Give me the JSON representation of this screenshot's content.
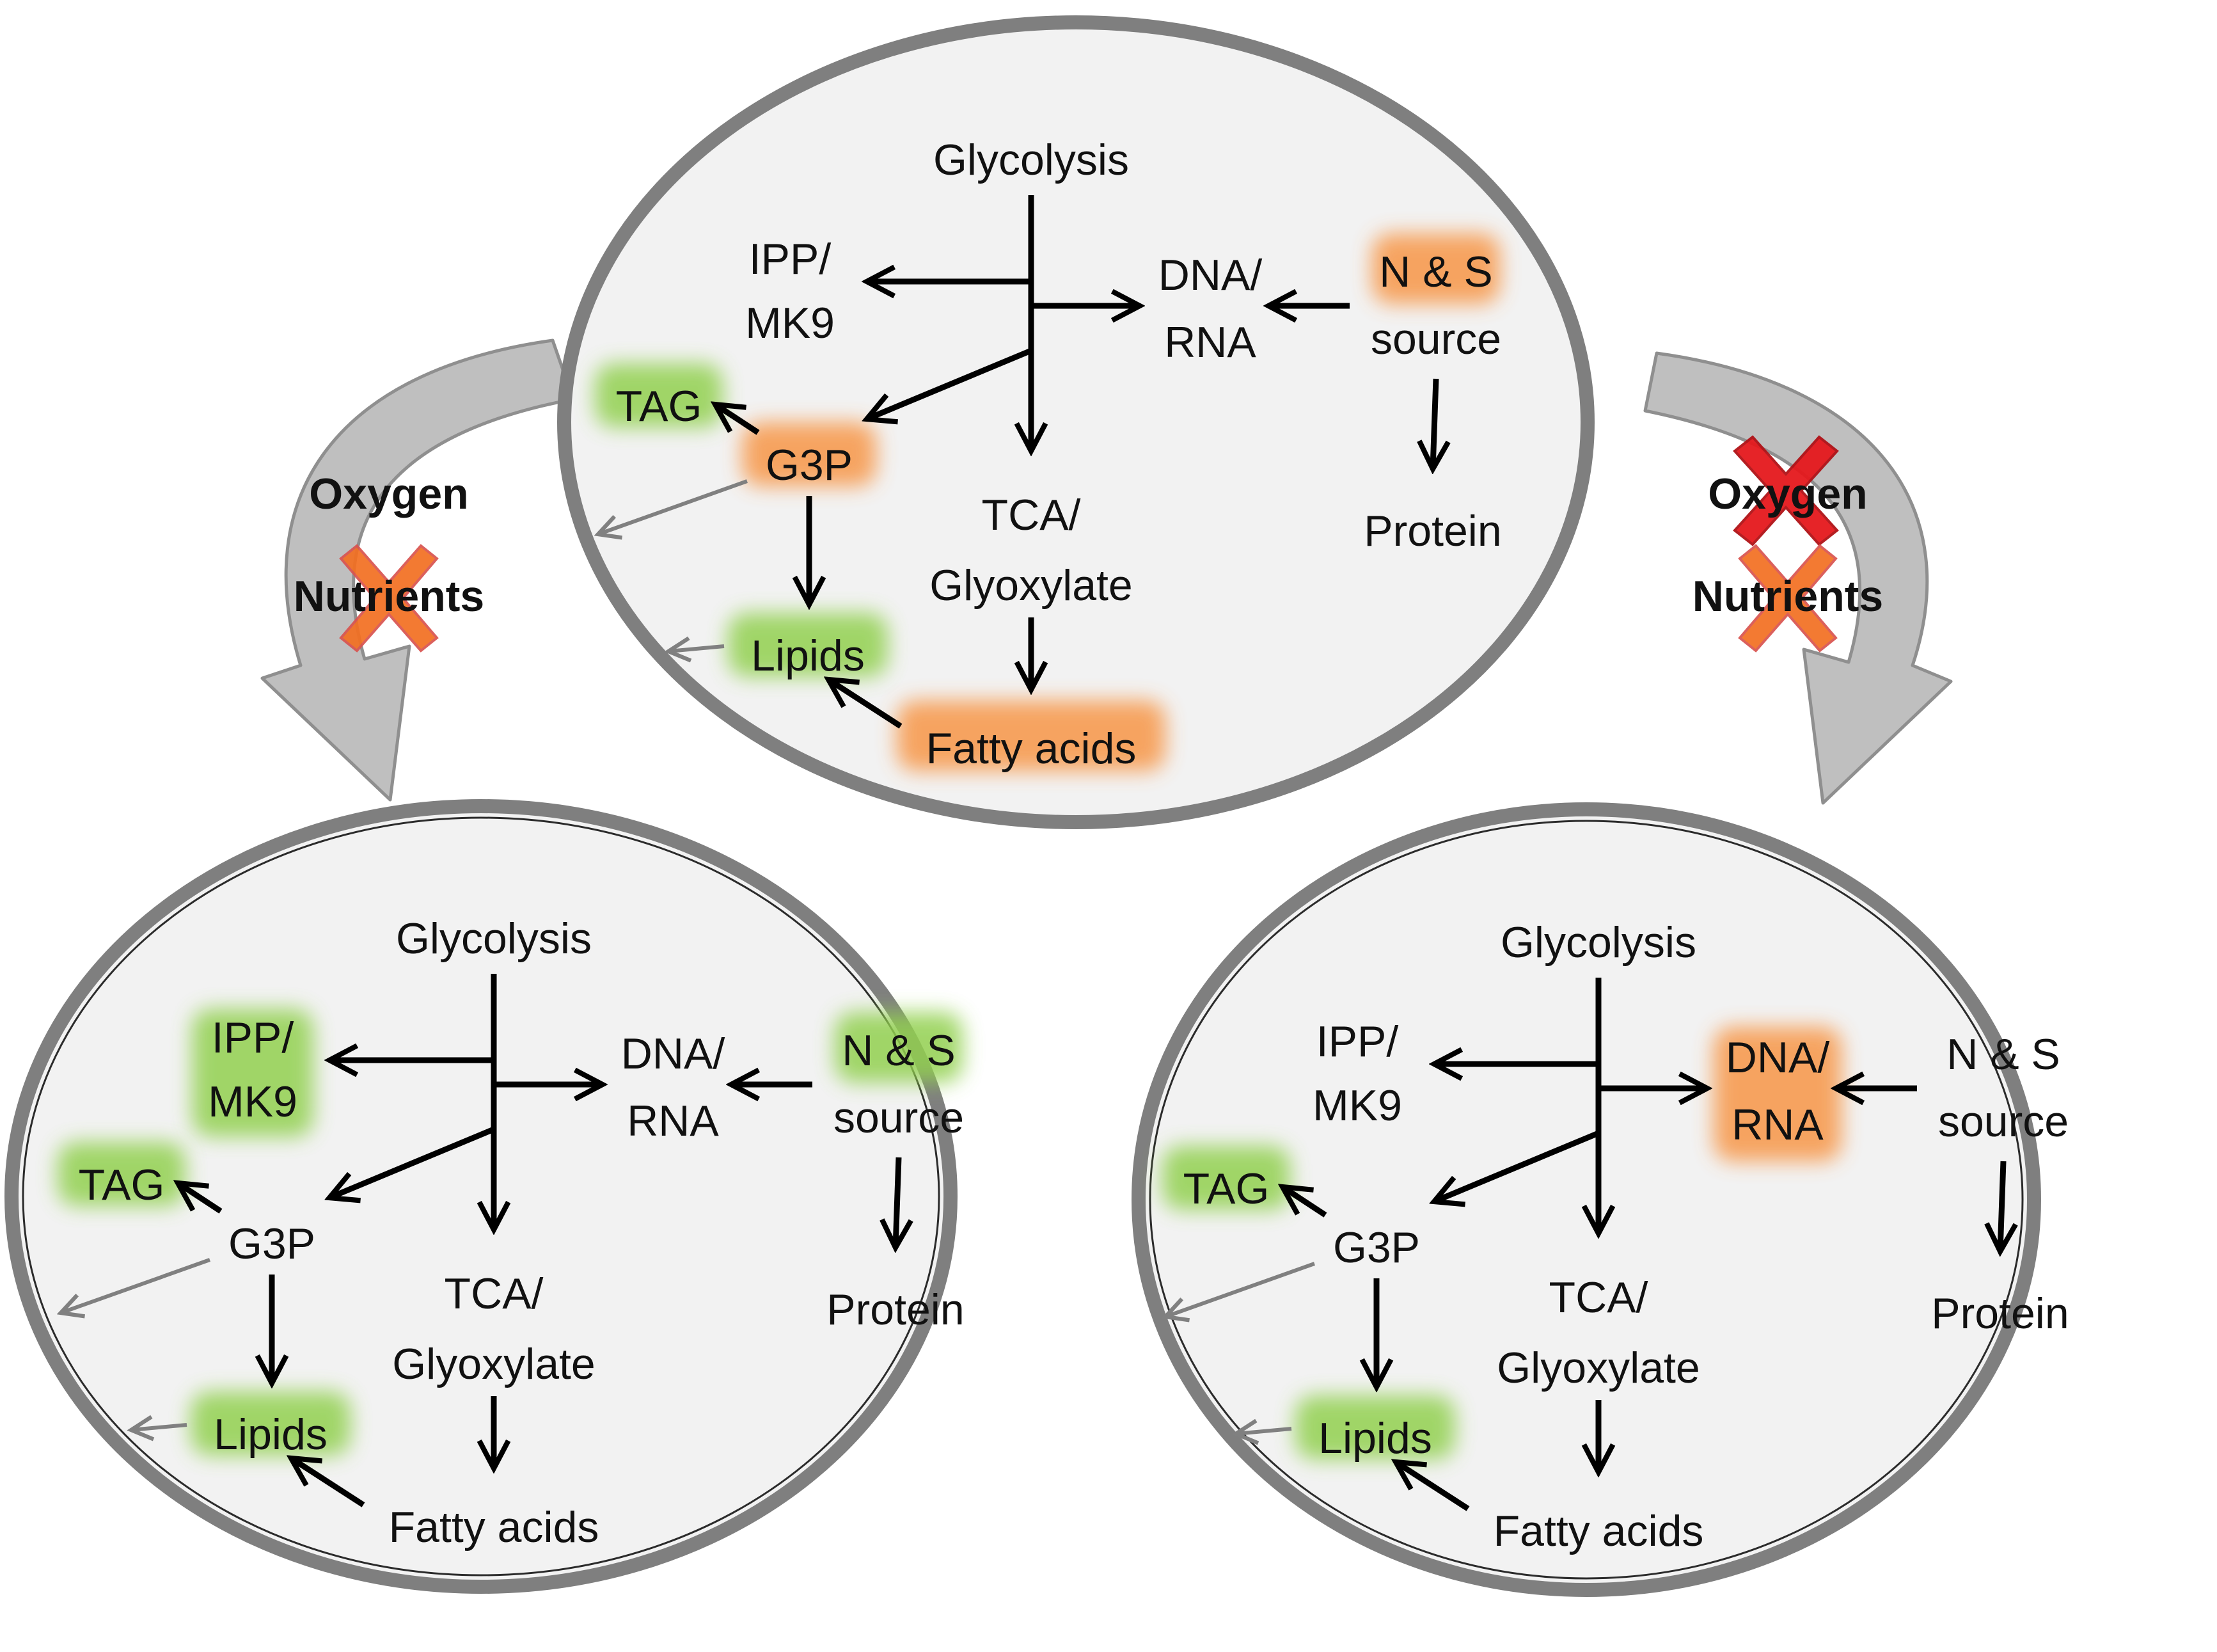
{
  "colors": {
    "cell_fill": "#f2f2f2",
    "cell_border": "#7f7f7f",
    "arrow": "#000000",
    "minor_arrow": "#808080",
    "transition_arrow": "#bfbfbf",
    "highlight_green": "#92d050",
    "highlight_orange": "#f79646",
    "cross_orange": "#f36f21",
    "cross_red": "#e5191d"
  },
  "transitions": {
    "left": {
      "label_oxygen": "Oxygen",
      "label_nutrients": "Nutrients",
      "oxygen_crossed": false,
      "nutrients_crossed": true
    },
    "right": {
      "label_oxygen": "Oxygen",
      "label_nutrients": "Nutrients",
      "oxygen_crossed": true,
      "nutrients_crossed": true
    }
  },
  "cells": {
    "top": {
      "glycolysis": "Glycolysis",
      "ipp_line1": "IPP/",
      "ipp_line2": "MK9",
      "dna_line1": "DNA/",
      "dna_line2": "RNA",
      "ns_line1": "N & S",
      "ns_line2": "source",
      "tag": "TAG",
      "g3p": "G3P",
      "tca_line1": "TCA/",
      "tca_line2": "Glyoxylate",
      "protein": "Protein",
      "lipids": "Lipids",
      "fatty_acids": "Fatty acids",
      "highlights": {
        "tag": "green",
        "g3p": "orange",
        "ns_source": "orange",
        "lipids": "green",
        "fatty_acids": "orange"
      }
    },
    "left": {
      "glycolysis": "Glycolysis",
      "ipp_line1": "IPP/",
      "ipp_line2": "MK9",
      "dna_line1": "DNA/",
      "dna_line2": "RNA",
      "ns_line1": "N & S",
      "ns_line2": "source",
      "tag": "TAG",
      "g3p": "G3P",
      "tca_line1": "TCA/",
      "tca_line2": "Glyoxylate",
      "protein": "Protein",
      "lipids": "Lipids",
      "fatty_acids": "Fatty acids",
      "highlights": {
        "ipp_mk9": "green",
        "ns_source": "green",
        "tag": "green",
        "lipids": "green"
      }
    },
    "right": {
      "glycolysis": "Glycolysis",
      "ipp_line1": "IPP/",
      "ipp_line2": "MK9",
      "dna_line1": "DNA/",
      "dna_line2": "RNA",
      "ns_line1": "N & S",
      "ns_line2": "source",
      "tag": "TAG",
      "g3p": "G3P",
      "tca_line1": "TCA/",
      "tca_line2": "Glyoxylate",
      "protein": "Protein",
      "lipids": "Lipids",
      "fatty_acids": "Fatty acids",
      "highlights": {
        "dna_rna": "orange",
        "tag": "green",
        "lipids": "green"
      }
    }
  }
}
